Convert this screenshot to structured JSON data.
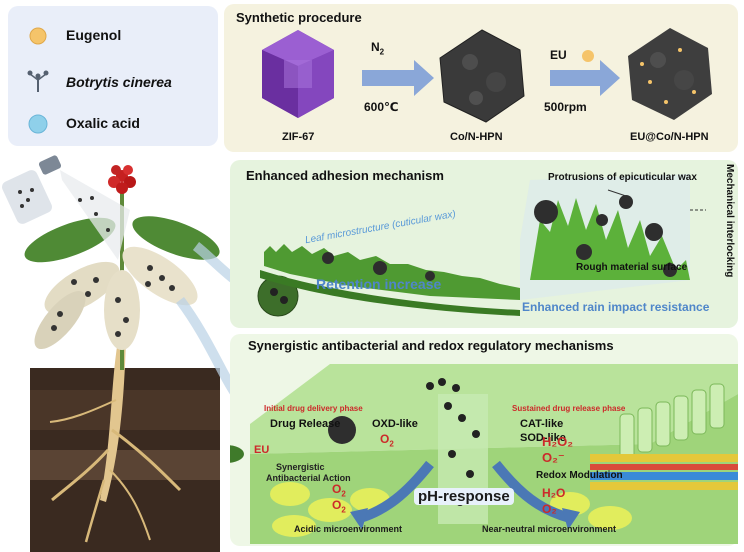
{
  "legend": {
    "items": [
      {
        "label": "Eugenol",
        "color": "#f5c46a"
      },
      {
        "label": "Botrytis cinerea",
        "color": "#556070"
      },
      {
        "label": "Oxalic acid",
        "color": "#8fd0ea"
      }
    ]
  },
  "synthesis": {
    "title": "Synthetic procedure",
    "step1_gas": "N",
    "step1_gas_sub": "2",
    "step1_temp": "600℃",
    "step2_agent": "EU",
    "step2_speed": "500rpm",
    "products": [
      "ZIF-67",
      "Co/N-HPN",
      "EU@Co/N-HPN"
    ]
  },
  "adhesion": {
    "title": "Enhanced adhesion mechanism",
    "leaf_label": "Leaf microstructure (cuticular wax)",
    "retention": "Retention increase",
    "protrusions": "Protrusions of epicuticular wax",
    "rough": "Rough material surface",
    "interlocking": "Mechanical interlocking",
    "rain": "Enhanced rain impact resistance"
  },
  "synergy": {
    "title": "Synergistic antibacterial and redox regulatory mechanisms",
    "initial_phase": "Initial drug delivery phase",
    "sustained_phase": "Sustained drug release phase",
    "drug_release": "Drug Release",
    "oxd": "OXD-like",
    "cat": "CAT-like",
    "sod": "SOD-like",
    "eu": "EU",
    "synergistic": "Synergistic",
    "antibacterial": "Antibacterial Action",
    "redox": "Redox Modulation",
    "ph": "pH-response",
    "acidic": "Acidic microenvironment",
    "neutral": "Near-neutral microenvironment",
    "o2_a": "O",
    "o2_a_sub": "2",
    "o2_b": "O",
    "o2_b_sub": "2",
    "o2_c": "O",
    "o2_c_sub": "2",
    "h2o2": "H₂O₂",
    "o2rad": "O₂⁻",
    "h2o": "H₂O",
    "o2d": "O₂"
  },
  "colors": {
    "legend_bg": "#e9eef9",
    "synthesis_bg": "#f5f2df",
    "adhesion_bg": "#e6f3de",
    "zif_purple": "#7a3fb0",
    "arrow_blue": "#6f93d6",
    "leaf_green": "#5aa83a",
    "ph_arrow": "#4b78b5",
    "label_red": "#cc2a2a",
    "soil_dark": "#3a2a20"
  }
}
